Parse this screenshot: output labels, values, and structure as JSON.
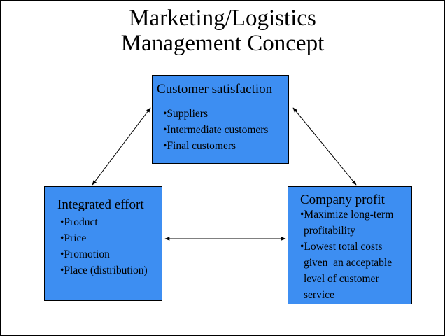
{
  "title": {
    "line1": "Marketing/Logistics",
    "line2": "Management Concept"
  },
  "boxes": {
    "customer_satisfaction": {
      "heading": "Customer satisfaction",
      "items": [
        "•Suppliers",
        "•Intermediate customers",
        "•Final customers"
      ]
    },
    "integrated_effort": {
      "heading": "Integrated effort",
      "items": [
        "•Product",
        "•Price",
        "•Promotion",
        "•Place (distribution)"
      ]
    },
    "company_profit": {
      "heading": "Company profit",
      "items": [
        "•Maximize long-term",
        "profitability",
        "•Lowest total costs",
        "given  an acceptable",
        "level of customer",
        "service"
      ]
    }
  },
  "colors": {
    "box_fill": "#3d8ef2",
    "border": "#000000"
  }
}
